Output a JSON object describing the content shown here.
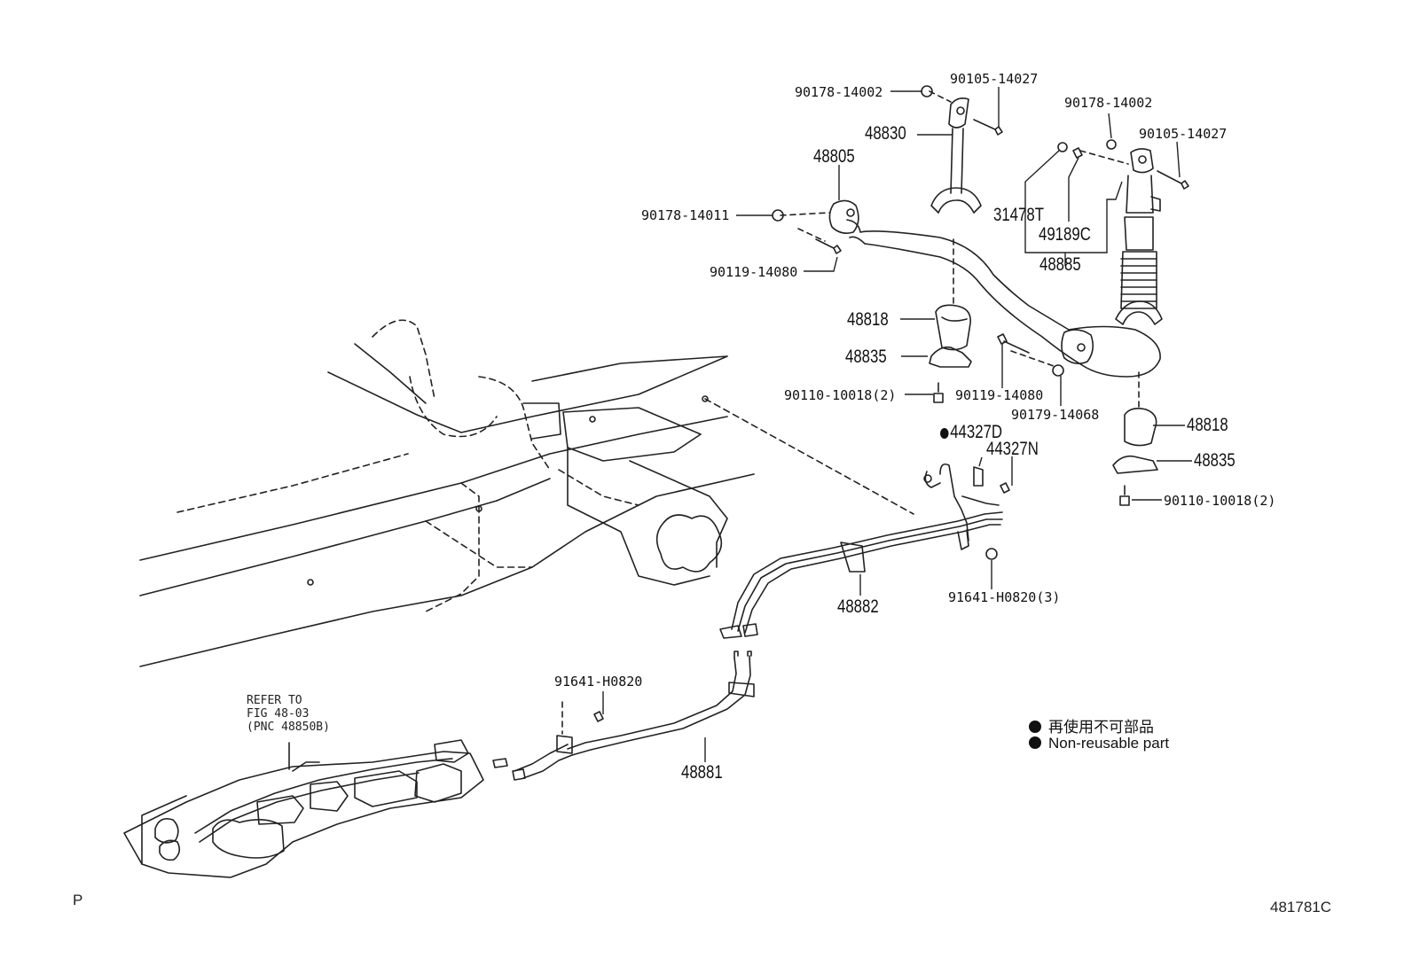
{
  "labels": {
    "p_90178_14002_a": "90178-14002",
    "p_90105_14027_a": "90105-14027",
    "p_48830": "48830",
    "p_48805": "48805",
    "p_90178_14011": "90178-14011",
    "p_90119_14080_a": "90119-14080",
    "p_90178_14002_b": "90178-14002",
    "p_90105_14027_b": "90105-14027",
    "p_31478T": "31478T",
    "p_49189C": "49189C",
    "p_48885": "48885",
    "p_48818_a": "48818",
    "p_48835_a": "48835",
    "p_90110_10018_a": "90110-10018(2)",
    "p_90119_14080_b": "90119-14080",
    "p_90179_14068": "90179-14068",
    "p_44327D": "44327D",
    "p_44327N": "44327N",
    "p_48818_b": "48818",
    "p_48835_b": "48835",
    "p_90110_10018_b": "90110-10018(2)",
    "p_48882": "48882",
    "p_91641_H0820_3": "91641-H0820(3)",
    "p_91641_H0820": "91641-H0820",
    "p_48881": "48881"
  },
  "refer": {
    "line1": "REFER TO",
    "line2": "FIG 48-03",
    "line3": "(PNC 48850B)"
  },
  "legend": {
    "jp": "再使用不可部品",
    "en": "Non-reusable part"
  },
  "corner_left": "P",
  "illustration_id": "481781C"
}
